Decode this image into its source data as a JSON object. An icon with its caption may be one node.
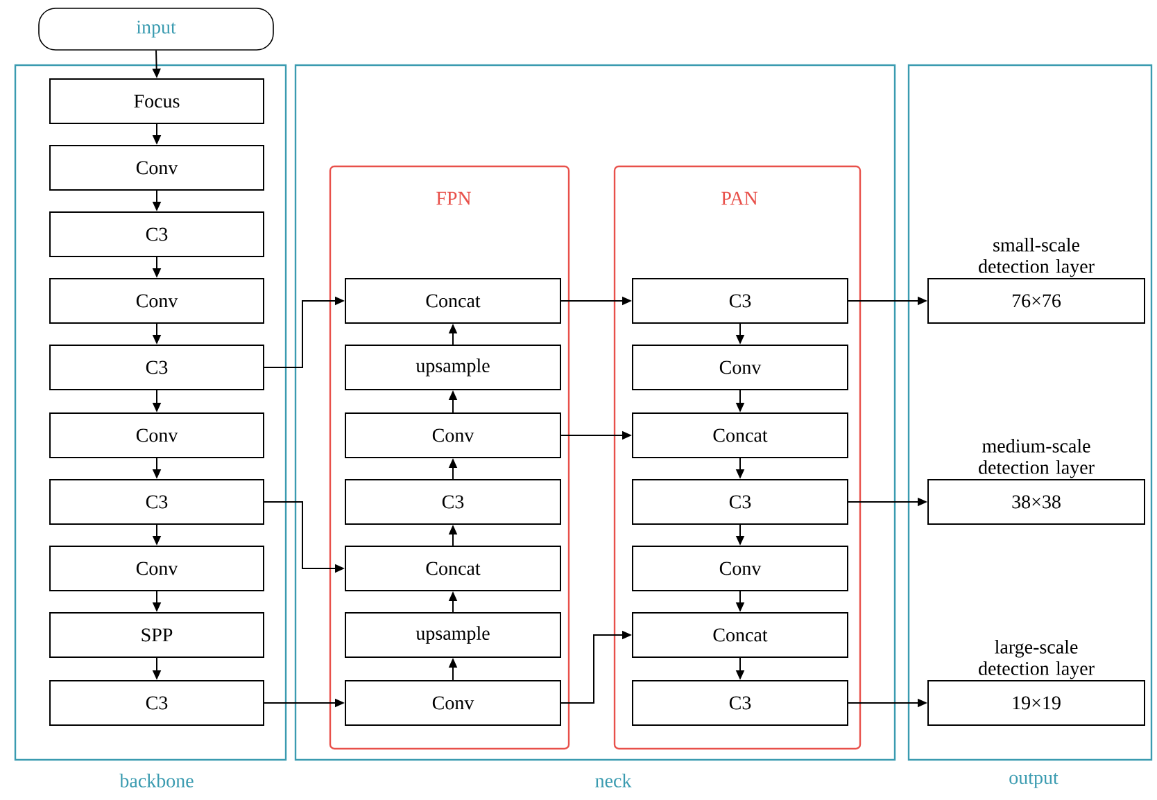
{
  "diagram": {
    "nodes": [
      {
        "text": [
          "input"
        ]
      },
      {
        "text": [
          "backbone"
        ]
      },
      {
        "text": [
          "neck"
        ]
      },
      {
        "text": [
          "output"
        ]
      },
      {
        "text": [
          "FPN"
        ],
        "in": 2
      },
      {
        "text": [
          "PAN"
        ],
        "in": 2
      },
      {
        "text": [
          "Focus"
        ],
        "in": 1
      },
      {
        "text": [
          "Conv"
        ],
        "in": 1
      },
      {
        "text": [
          "C3"
        ],
        "in": 1
      },
      {
        "text": [
          "Conv"
        ],
        "in": 1
      },
      {
        "text": [
          "C3"
        ],
        "in": 1
      },
      {
        "text": [
          "Conv"
        ],
        "in": 1
      },
      {
        "text": [
          "C3"
        ],
        "in": 1
      },
      {
        "text": [
          "Conv"
        ],
        "in": 1
      },
      {
        "text": [
          "SPP"
        ],
        "in": 1
      },
      {
        "text": [
          "C3"
        ],
        "in": 1
      },
      {
        "text": [
          "Concat"
        ],
        "in": 4
      },
      {
        "text": [
          "upsample"
        ],
        "in": 4
      },
      {
        "text": [
          "Conv"
        ],
        "in": 4
      },
      {
        "text": [
          "C3"
        ],
        "in": 4
      },
      {
        "text": [
          "Concat"
        ],
        "in": 4
      },
      {
        "text": [
          "upsample"
        ],
        "in": 4
      },
      {
        "text": [
          "Conv"
        ],
        "in": 4
      },
      {
        "text": [
          "C3"
        ],
        "in": 5
      },
      {
        "text": [
          "Conv"
        ],
        "in": 5
      },
      {
        "text": [
          "Concat"
        ],
        "in": 5
      },
      {
        "text": [
          "C3"
        ],
        "in": 5
      },
      {
        "text": [
          "Conv"
        ],
        "in": 5
      },
      {
        "text": [
          "Concat"
        ],
        "in": 5
      },
      {
        "text": [
          "C3"
        ],
        "in": 5
      },
      {
        "text": [
          "small-scale detection layer",
          "76×76"
        ],
        "in": 3
      },
      {
        "text": [
          "medium-scale detection layer",
          "38×38"
        ],
        "in": 3
      },
      {
        "text": [
          "large-scale detection layer",
          "19×19"
        ],
        "in": 3
      }
    ],
    "edges": [
      {
        "from": 0,
        "to": 6,
        "arrow": "to"
      },
      {
        "from": 6,
        "to": 7,
        "arrow": "to"
      },
      {
        "from": 7,
        "to": 8,
        "arrow": "to"
      },
      {
        "from": 8,
        "to": 9,
        "arrow": "to"
      },
      {
        "from": 9,
        "to": 10,
        "arrow": "to"
      },
      {
        "from": 10,
        "to": 11,
        "arrow": "to"
      },
      {
        "from": 11,
        "to": 12,
        "arrow": "to"
      },
      {
        "from": 12,
        "to": 13,
        "arrow": "to"
      },
      {
        "from": 13,
        "to": 14,
        "arrow": "to"
      },
      {
        "from": 14,
        "to": 15,
        "arrow": "to"
      },
      {
        "from": 10,
        "to": 16,
        "arrow": "to"
      },
      {
        "from": 12,
        "to": 20,
        "arrow": "to"
      },
      {
        "from": 15,
        "to": 22,
        "arrow": "to"
      },
      {
        "from": 22,
        "to": 21,
        "arrow": "to"
      },
      {
        "from": 21,
        "to": 20,
        "arrow": "to"
      },
      {
        "from": 20,
        "to": 19,
        "arrow": "to"
      },
      {
        "from": 19,
        "to": 18,
        "arrow": "to"
      },
      {
        "from": 18,
        "to": 17,
        "arrow": "to"
      },
      {
        "from": 17,
        "to": 16,
        "arrow": "to"
      },
      {
        "from": 16,
        "to": 23,
        "arrow": "to"
      },
      {
        "from": 18,
        "to": 25,
        "arrow": "to"
      },
      {
        "from": 22,
        "to": 28,
        "arrow": "to"
      },
      {
        "from": 23,
        "to": 24,
        "arrow": "to"
      },
      {
        "from": 24,
        "to": 25,
        "arrow": "to"
      },
      {
        "from": 25,
        "to": 26,
        "arrow": "to"
      },
      {
        "from": 26,
        "to": 27,
        "arrow": "to"
      },
      {
        "from": 27,
        "to": 28,
        "arrow": "to"
      },
      {
        "from": 28,
        "to": 29,
        "arrow": "to"
      },
      {
        "from": 23,
        "to": 30,
        "arrow": "to"
      },
      {
        "from": 26,
        "to": 31,
        "arrow": "to"
      },
      {
        "from": 29,
        "to": 32,
        "arrow": "to"
      }
    ]
  }
}
